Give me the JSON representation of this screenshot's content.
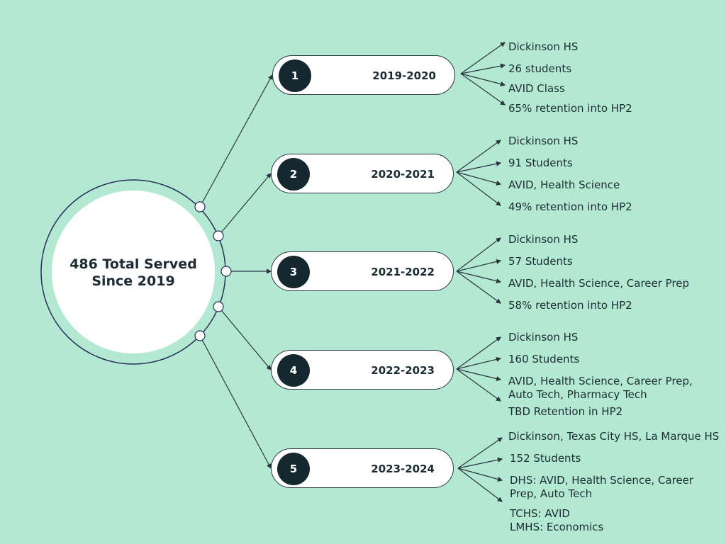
{
  "hub": {
    "line1": "486 Total Served",
    "line2": "Since 2019"
  },
  "years": [
    {
      "number": "1",
      "label": "2019-2020",
      "details": [
        "Dickinson HS",
        "26 students",
        "AVID Class",
        "65% retention into HP2"
      ]
    },
    {
      "number": "2",
      "label": "2020-2021",
      "details": [
        "Dickinson HS",
        "91 Students",
        "AVID, Health Science",
        "49% retention into HP2"
      ]
    },
    {
      "number": "3",
      "label": "2021-2022",
      "details": [
        "Dickinson HS",
        "57 Students",
        "AVID, Health Science, Career Prep",
        "58% retention into HP2"
      ]
    },
    {
      "number": "4",
      "label": "2022-2023",
      "details": [
        "Dickinson HS",
        "160 Students",
        "AVID, Health Science, Career Prep,",
        "Auto Tech, Pharmacy Tech",
        "TBD Retention in HP2"
      ]
    },
    {
      "number": "5",
      "label": "2023-2024",
      "details": [
        "Dickinson, Texas City HS, La Marque HS",
        "152 Students",
        "DHS: AVID, Health Science, Career",
        "Prep, Auto Tech",
        "TCHS: AVID",
        "LMHS: Economics"
      ]
    }
  ],
  "colors": {
    "background": "#b3e8d3",
    "ring": "#2a2e5a",
    "node": "#15272f",
    "line": "#2a3540"
  }
}
